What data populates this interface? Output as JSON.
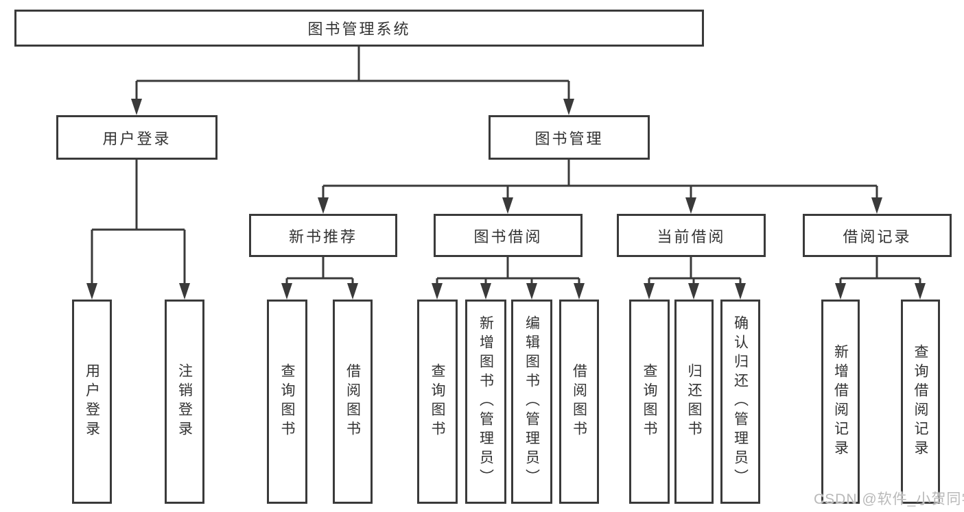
{
  "diagram": {
    "title": "图书管理系统",
    "root": {
      "label": "图书管理系统"
    },
    "level1": [
      {
        "label": "用户登录",
        "parent": "图书管理系统"
      },
      {
        "label": "图书管理",
        "parent": "图书管理系统"
      }
    ],
    "level2": [
      {
        "label": "新书推荐",
        "parent": "图书管理"
      },
      {
        "label": "图书借阅",
        "parent": "图书管理"
      },
      {
        "label": "当前借阅",
        "parent": "图书管理"
      },
      {
        "label": "借阅记录",
        "parent": "图书管理"
      }
    ],
    "leaves": [
      {
        "label": "用户登录",
        "parent": "用户登录"
      },
      {
        "label": "注销登录",
        "parent": "用户登录"
      },
      {
        "label": "查询图书",
        "parent": "新书推荐"
      },
      {
        "label": "借阅图书",
        "parent": "新书推荐"
      },
      {
        "label": "查询图书",
        "parent": "图书借阅"
      },
      {
        "label": "新增图书（管理员）",
        "parent": "图书借阅"
      },
      {
        "label": "编辑图书（管理员）",
        "parent": "图书借阅"
      },
      {
        "label": "借阅图书",
        "parent": "图书借阅"
      },
      {
        "label": "查询图书",
        "parent": "当前借阅"
      },
      {
        "label": "归还图书",
        "parent": "当前借阅"
      },
      {
        "label": "确认归还（管理员）",
        "parent": "当前借阅"
      },
      {
        "label": "新增借阅记录",
        "parent": "借阅记录"
      },
      {
        "label": "查询借阅记录",
        "parent": "借阅记录"
      }
    ]
  },
  "watermark": {
    "text": "CSDN @软件_小贺同学"
  },
  "colors": {
    "line": "#3a3a3a",
    "box_border": "#3a3a3a",
    "text": "#333333",
    "background": "#ffffff",
    "watermark": "#b9b9b9"
  }
}
